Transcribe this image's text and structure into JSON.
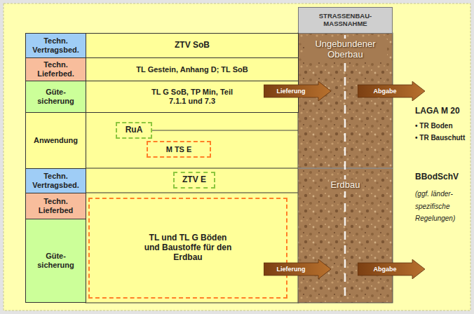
{
  "diagram": {
    "nodes": [
      {
        "text": [
          "STRASSENBAU- MASSNAHME"
        ]
      },
      {
        "text": [
          "Techn. Vertragsbed."
        ]
      },
      {
        "text": [
          "ZTV SoB"
        ]
      },
      {
        "text": [
          "Techn. Lieferbed."
        ]
      },
      {
        "text": [
          "TL Gestein, Anhang D; TL SoB"
        ]
      },
      {
        "text": [
          "Güte- sicherung"
        ]
      },
      {
        "text": [
          "TL G SoB, TP Min, Teil 7.1.1 und 7.3"
        ]
      },
      {
        "text": [
          "Ungebundener Oberbau"
        ]
      },
      {
        "text": [
          "Lieferung"
        ]
      },
      {
        "text": [
          "Abgabe"
        ]
      },
      {
        "text": [
          "Anwendung"
        ]
      },
      {
        "text": [
          "RuA"
        ]
      },
      {
        "text": [
          "M TS E"
        ]
      },
      {
        "text": [
          "Techn. Vertragsbed."
        ]
      },
      {
        "text": [
          "ZTV E"
        ]
      },
      {
        "text": [
          "Techn. Lieferbed"
        ]
      },
      {
        "text": [
          "Güte- sicherung"
        ]
      },
      {
        "text": [
          "TL und TL G Böden und Baustoffe für den Erdbau"
        ]
      },
      {
        "text": [
          "Erdbau"
        ]
      },
      {
        "text": [
          "Lieferung"
        ]
      },
      {
        "text": [
          "Abgabe"
        ]
      }
    ],
    "edges": [
      {
        "from": 11,
        "to": 7,
        "arrow": "none"
      }
    ],
    "labels": [
      "LAGA M 20",
      "• TR Boden",
      "• TR Bauschutt",
      "BBodSchV",
      "(ggf. länder- spezifische Regelungen)"
    ]
  }
}
